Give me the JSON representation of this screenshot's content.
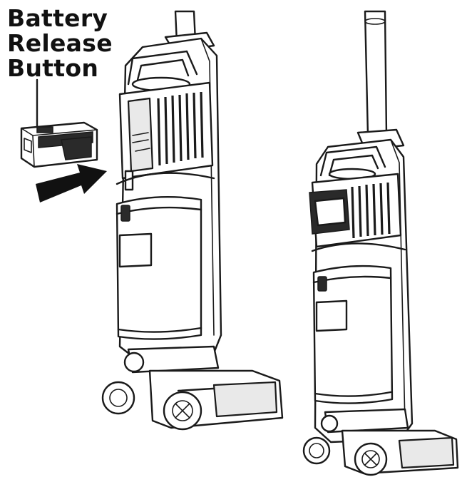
{
  "callout": {
    "label_lines": [
      "Battery",
      "Release",
      "Button"
    ]
  },
  "colors": {
    "line": "#1a1a1a",
    "fill_light": "#e9e9e9",
    "background": "#ffffff"
  },
  "icons": {
    "battery": "battery-pack-icon",
    "arrow": "insert-arrow-icon"
  }
}
